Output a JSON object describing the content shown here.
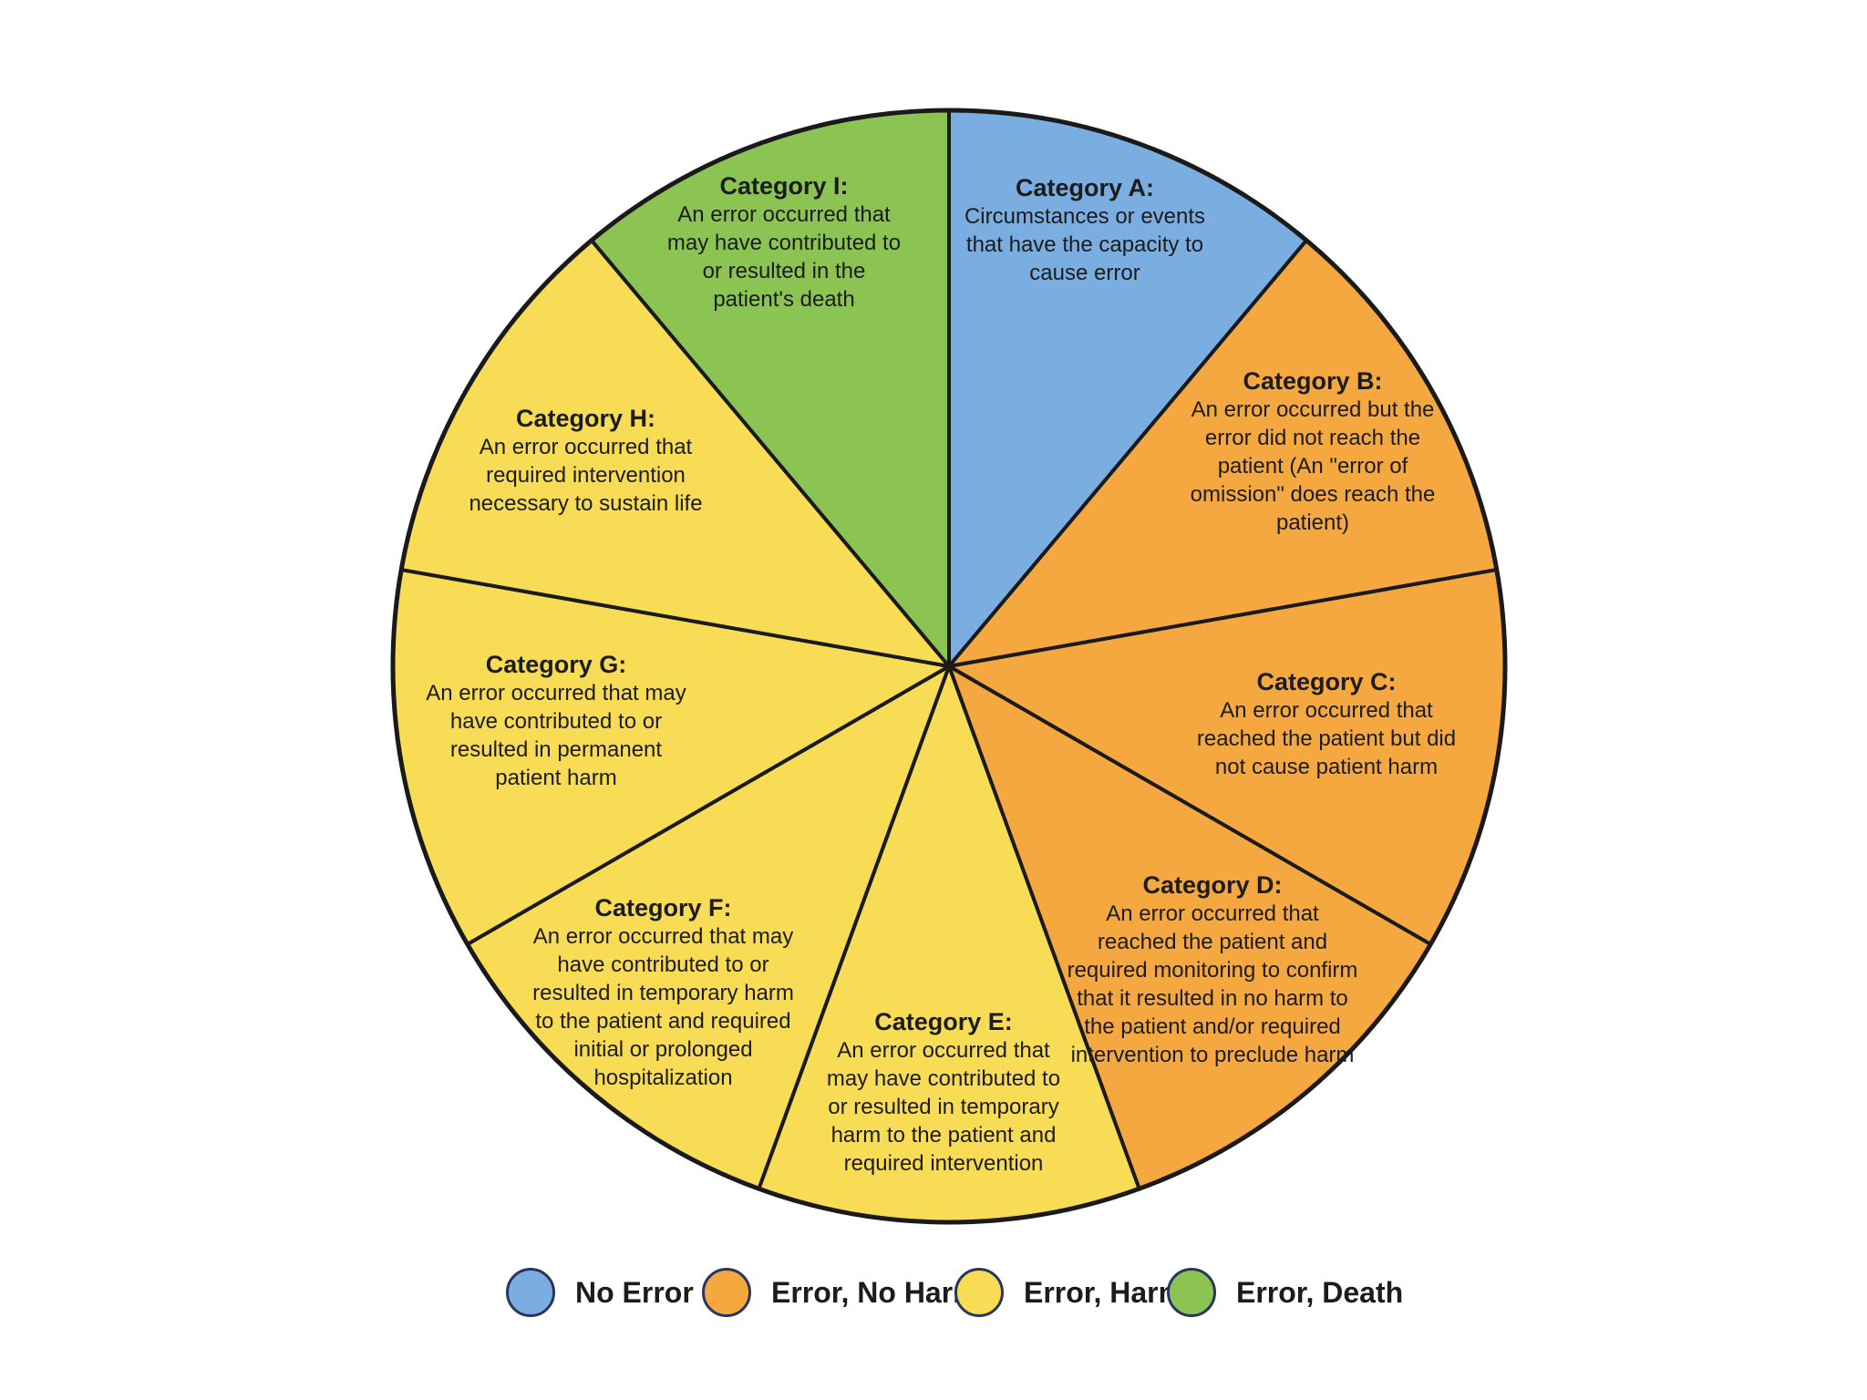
{
  "colors": {
    "no_error": "#7aaee0",
    "error_no_harm": "#f5a83f",
    "error_harm": "#f8dc55",
    "error_death": "#8cc454",
    "outline": "#1a1a1a",
    "legend_ring": "#2a3560"
  },
  "wheel": {
    "segments": [
      {
        "id": "A",
        "title": "Category A:",
        "description": "Circumstances or events that have the capacity to cause error",
        "group": "no_error"
      },
      {
        "id": "B",
        "title": "Category B:",
        "description": "An error occurred but the error did not reach the patient (An \"error of omission\" does reach the patient)",
        "group": "error_no_harm"
      },
      {
        "id": "C",
        "title": "Category C:",
        "description": "An error occurred that reached the patient but did not cause patient harm",
        "group": "error_no_harm"
      },
      {
        "id": "D",
        "title": "Category D:",
        "description": "An error occurred that reached the patient and required monitoring to confirm that it resulted in no harm to the patient and/or required intervention to preclude harm",
        "group": "error_no_harm"
      },
      {
        "id": "E",
        "title": "Category E:",
        "description": "An error occurred that may have contributed to or resulted in temporary harm to the patient and required intervention",
        "group": "error_harm"
      },
      {
        "id": "F",
        "title": "Category F:",
        "description": "An error occurred that may have contributed to or resulted in temporary harm to the patient and required initial or prolonged hospitalization",
        "group": "error_harm"
      },
      {
        "id": "G",
        "title": "Category G:",
        "description": "An error occurred that may have contributed to or resulted in permanent patient harm",
        "group": "error_harm"
      },
      {
        "id": "H",
        "title": "Category H:",
        "description": "An error occurred that required intervention necessary to sustain life",
        "group": "error_harm"
      },
      {
        "id": "I",
        "title": "Category I:",
        "description": "An error occurred that may have contributed to or resulted in the patient's death",
        "group": "error_death"
      }
    ]
  },
  "legend": {
    "items": [
      {
        "label": "No Error",
        "group": "no_error"
      },
      {
        "label": "Error, No Harm",
        "group": "error_no_harm"
      },
      {
        "label": "Error, Harm",
        "group": "error_harm"
      },
      {
        "label": "Error, Death",
        "group": "error_death"
      }
    ]
  }
}
